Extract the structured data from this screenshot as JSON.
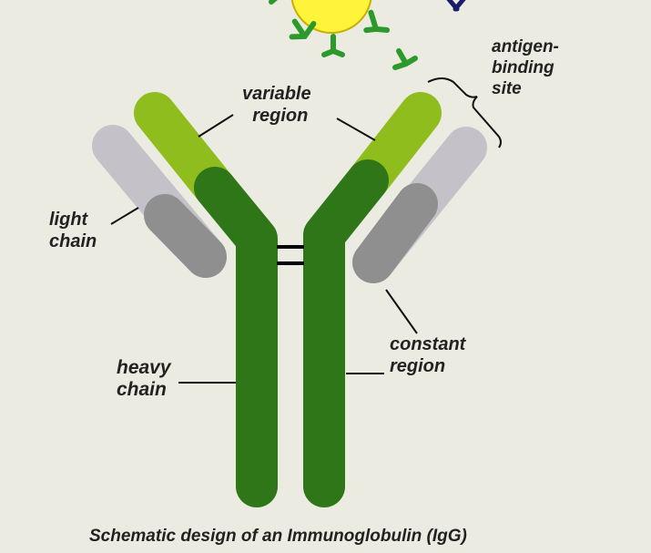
{
  "diagram": {
    "labels": {
      "variable_region": [
        "variable",
        "region"
      ],
      "light_chain": [
        "light",
        "chain"
      ],
      "heavy_chain": [
        "heavy",
        "chain"
      ],
      "constant_region": [
        "constant",
        "region"
      ],
      "antigen_binding_site": [
        "antigen-",
        "binding",
        "site"
      ]
    },
    "caption": "Schematic design of an Immunoglobulin (IgG)"
  },
  "colors": {
    "background": "#ecebe2",
    "heavy_chain": "#2e7617",
    "heavy_chain_dark": "#1f5c0c",
    "variable_light_green": "#8fbd1e",
    "light_chain_light": "#c5c1c8",
    "light_chain_dark": "#8f8f8f",
    "antigen_cell": "#fff43a",
    "small_antibody_green": "#2b9a2b",
    "small_antibody_navy": "#1a1a6a",
    "label_text": "#222222"
  }
}
